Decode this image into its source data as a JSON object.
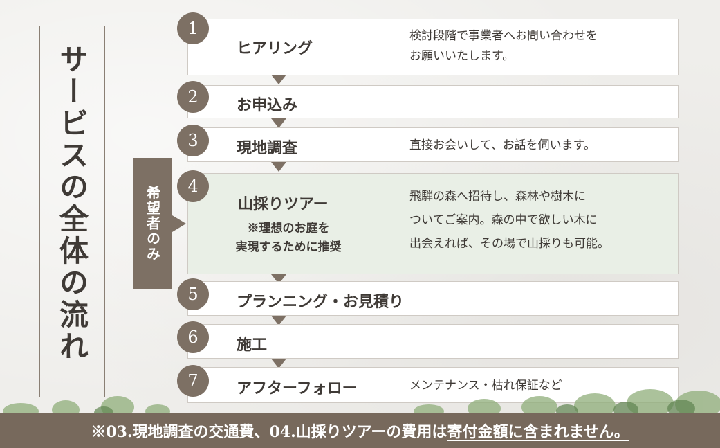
{
  "title": "サービスの全体の流れ",
  "tag": "希望者のみ",
  "steps": [
    {
      "num": "1",
      "name": "ヒアリング",
      "desc_lines": [
        "検討段階で事業者へお問い合わせを",
        "お願いいたします。"
      ]
    },
    {
      "num": "2",
      "name": "お申込み"
    },
    {
      "num": "3",
      "name": "現地調査",
      "desc_lines": [
        "直接お会いして、お話を伺います。"
      ]
    },
    {
      "num": "4",
      "name": "山採りツアー",
      "sub_lines": [
        "※理想のお庭を",
        "実現するために推奨"
      ],
      "desc_lines": [
        "飛騨の森へ招待し、森林や樹木に",
        "ついてご案内。森の中で欲しい木に",
        "出会えれば、その場で山採りも可能。"
      ]
    },
    {
      "num": "5",
      "name": "プランニング・お見積り"
    },
    {
      "num": "6",
      "name": "施工"
    },
    {
      "num": "7",
      "name": "アフターフォロー",
      "desc_lines": [
        "メンテナンス・枯れ保証など"
      ]
    }
  ],
  "footer": {
    "prefix": "※03.現地調査の交通費、04.山採りツアーの費用は",
    "underlined": "寄付金額に含まれません。"
  },
  "colors": {
    "accent": "#7d7064",
    "footer": "#77695c",
    "highlight": "#e9efe6"
  }
}
